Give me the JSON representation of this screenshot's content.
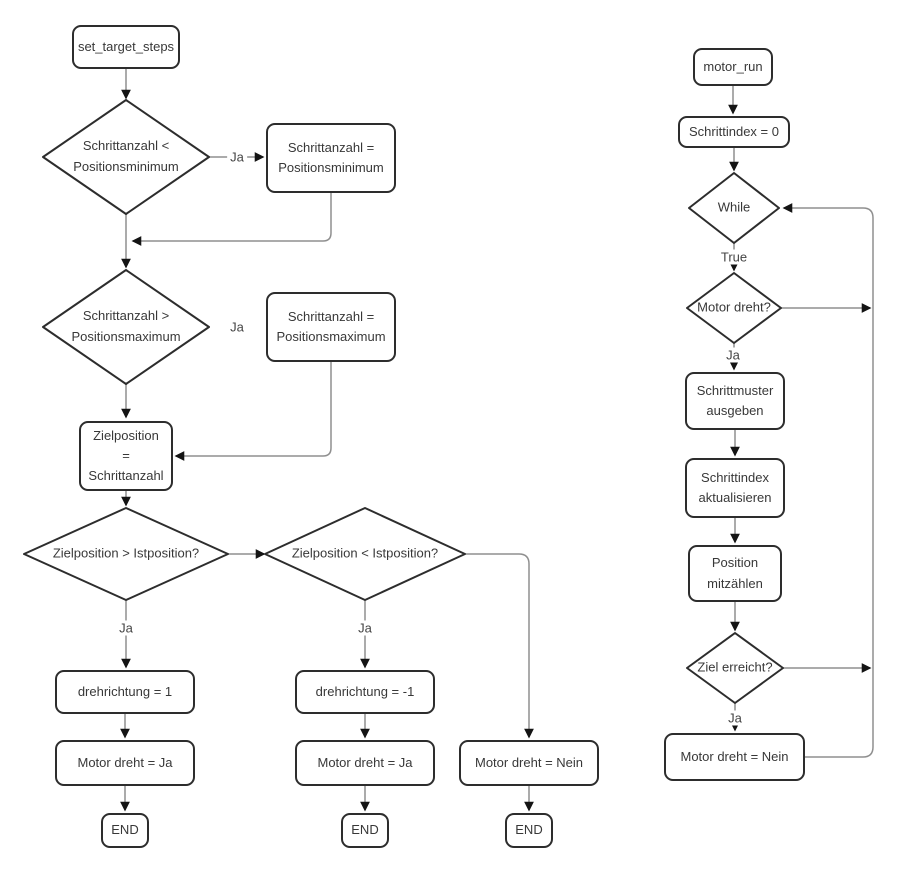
{
  "colors": {
    "background": "#ffffff",
    "shape_stroke": "#2d2d2d",
    "connector_stroke": "#8f8f8f",
    "arrowhead": "#141414",
    "text": "#383838"
  },
  "left_chart": {
    "start": "set_target_steps",
    "decision_min": "Schrittanzahl <\nPositionsminimum",
    "process_min": "Schrittanzahl =\nPositionsminimum",
    "decision_max": "Schrittanzahl >\nPositionsmaximum",
    "process_max": "Schrittanzahl =\nPositionsmaximum",
    "process_ziel": "Zielposition\n=\nSchrittanzahl",
    "decision_gt": "Zielposition > Istposition?",
    "decision_lt": "Zielposition < Istposition?",
    "label_ja": "Ja",
    "process_dir_pos": "drehrichtung = 1",
    "process_motor_ja": "Motor dreht = Ja",
    "process_dir_neg": "drehrichtung = -1",
    "process_motor_nein": "Motor dreht = Nein",
    "end": "END"
  },
  "right_chart": {
    "start": "motor_run",
    "process_index_zero": "Schrittindex = 0",
    "decision_while": "While",
    "label_true": "True",
    "decision_motor": "Motor dreht?",
    "label_ja": "Ja",
    "process_muster": "Schrittmuster\nausgeben",
    "process_index_update": "Schrittindex\naktualisieren",
    "process_position": "Position\nmitzählen",
    "decision_ziel": "Ziel erreicht?",
    "process_motor_nein": "Motor dreht = Nein"
  }
}
